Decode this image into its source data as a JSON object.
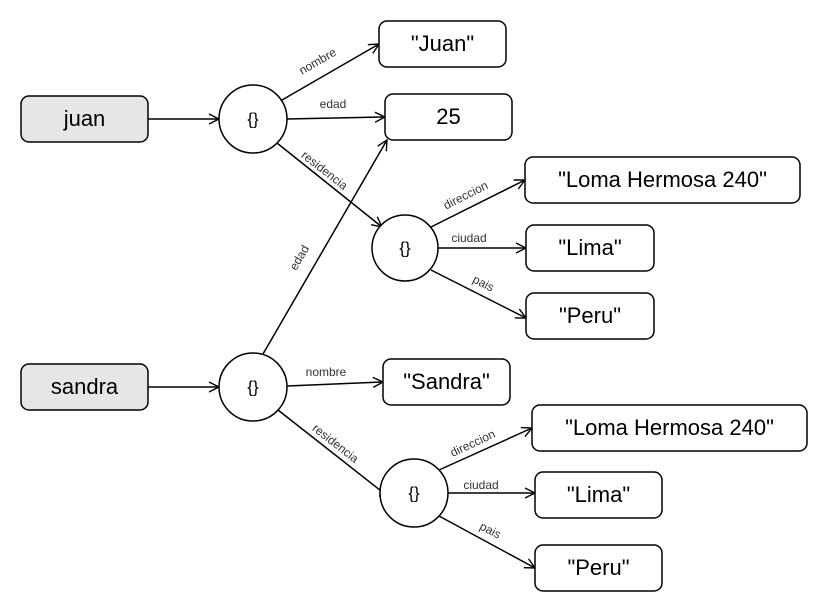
{
  "variables": [
    {
      "id": "juan",
      "label": "juan"
    },
    {
      "id": "sandra",
      "label": "sandra"
    }
  ],
  "objects": [
    {
      "id": "o_juan",
      "label": "{}"
    },
    {
      "id": "o_juan_res",
      "label": "{}"
    },
    {
      "id": "o_sandra",
      "label": "{}"
    },
    {
      "id": "o_sandra_res",
      "label": "{}"
    }
  ],
  "values": [
    {
      "id": "v_juan_nombre",
      "label": "\"Juan\""
    },
    {
      "id": "v_25",
      "label": "25"
    },
    {
      "id": "v_juan_dir",
      "label": "\"Loma Hermosa 240\""
    },
    {
      "id": "v_juan_ciudad",
      "label": "\"Lima\""
    },
    {
      "id": "v_juan_pais",
      "label": "\"Peru\""
    },
    {
      "id": "v_sandra_nombre",
      "label": "\"Sandra\""
    },
    {
      "id": "v_sandra_dir",
      "label": "\"Loma Hermosa 240\""
    },
    {
      "id": "v_sandra_ciudad",
      "label": "\"Lima\""
    },
    {
      "id": "v_sandra_pais",
      "label": "\"Peru\""
    }
  ],
  "edges": [
    {
      "from": "juan",
      "to": "o_juan",
      "label": ""
    },
    {
      "from": "o_juan",
      "to": "v_juan_nombre",
      "label": "nombre"
    },
    {
      "from": "o_juan",
      "to": "v_25",
      "label": "edad"
    },
    {
      "from": "o_juan",
      "to": "o_juan_res",
      "label": "residencia"
    },
    {
      "from": "o_juan_res",
      "to": "v_juan_dir",
      "label": "direccion"
    },
    {
      "from": "o_juan_res",
      "to": "v_juan_ciudad",
      "label": "ciudad"
    },
    {
      "from": "o_juan_res",
      "to": "v_juan_pais",
      "label": "pais"
    },
    {
      "from": "sandra",
      "to": "o_sandra",
      "label": ""
    },
    {
      "from": "o_sandra",
      "to": "v_25",
      "label": "edad"
    },
    {
      "from": "o_sandra",
      "to": "v_sandra_nombre",
      "label": "nombre"
    },
    {
      "from": "o_sandra",
      "to": "o_sandra_res",
      "label": "residencia"
    },
    {
      "from": "o_sandra_res",
      "to": "v_sandra_dir",
      "label": "direccion"
    },
    {
      "from": "o_sandra_res",
      "to": "v_sandra_ciudad",
      "label": "ciudad"
    },
    {
      "from": "o_sandra_res",
      "to": "v_sandra_pais",
      "label": "pais"
    }
  ],
  "colors": {
    "variable_fill": "#E6E6E6",
    "value_fill": "#FFFFFF",
    "stroke": "#000000",
    "edge_label": "#333333"
  }
}
